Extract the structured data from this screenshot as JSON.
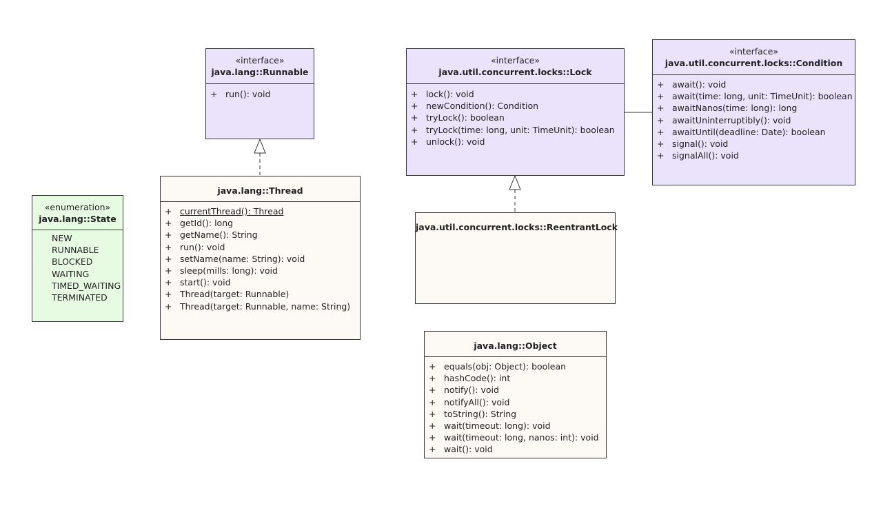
{
  "diagram": {
    "runnable": {
      "stereotype": "«interface»",
      "name": "java.lang::Runnable",
      "ops": [
        {
          "vis": "+",
          "sig": "run(): void"
        }
      ]
    },
    "lock": {
      "stereotype": "«interface»",
      "name": "java.util.concurrent.locks::Lock",
      "ops": [
        {
          "vis": "+",
          "sig": "lock(): void"
        },
        {
          "vis": "+",
          "sig": "newCondition(): Condition"
        },
        {
          "vis": "+",
          "sig": "tryLock(): boolean"
        },
        {
          "vis": "+",
          "sig": "tryLock(time: long, unit: TimeUnit): boolean"
        },
        {
          "vis": "+",
          "sig": "unlock(): void"
        }
      ]
    },
    "condition": {
      "stereotype": "«interface»",
      "name": "java.util.concurrent.locks::Condition",
      "ops": [
        {
          "vis": "+",
          "sig": "await(): void"
        },
        {
          "vis": "+",
          "sig": "await(time: long, unit: TimeUnit): boolean"
        },
        {
          "vis": "+",
          "sig": "awaitNanos(time: long): long"
        },
        {
          "vis": "+",
          "sig": "awaitUninterruptibly(): void"
        },
        {
          "vis": "+",
          "sig": "awaitUntil(deadline: Date): boolean"
        },
        {
          "vis": "+",
          "sig": "signal(): void"
        },
        {
          "vis": "+",
          "sig": "signalAll(): void"
        }
      ]
    },
    "state": {
      "stereotype": "«enumeration»",
      "name": "java.lang::State",
      "literals": [
        "NEW",
        "RUNNABLE",
        "BLOCKED",
        "WAITING",
        "TIMED_WAITING",
        "TERMINATED"
      ]
    },
    "thread": {
      "name": "java.lang::Thread",
      "ops": [
        {
          "vis": "+",
          "sig": "currentThread(): Thread",
          "static": true
        },
        {
          "vis": "+",
          "sig": "getId(): long"
        },
        {
          "vis": "+",
          "sig": "getName(): String"
        },
        {
          "vis": "+",
          "sig": "run(): void"
        },
        {
          "vis": "+",
          "sig": "setName(name: String): void"
        },
        {
          "vis": "+",
          "sig": "sleep(mills: long): void"
        },
        {
          "vis": "+",
          "sig": "start(): void"
        },
        {
          "vis": "+",
          "sig": "Thread(target: Runnable)"
        },
        {
          "vis": "+",
          "sig": "Thread(target: Runnable, name: String)"
        }
      ]
    },
    "reentrant": {
      "name": "java.util.concurrent.locks::ReentrantLock"
    },
    "object": {
      "name": "java.lang::Object",
      "ops": [
        {
          "vis": "+",
          "sig": "equals(obj: Object): boolean"
        },
        {
          "vis": "+",
          "sig": "hashCode(): int"
        },
        {
          "vis": "+",
          "sig": "notify(): void"
        },
        {
          "vis": "+",
          "sig": "notifyAll(): void"
        },
        {
          "vis": "+",
          "sig": "toString(): String"
        },
        {
          "vis": "+",
          "sig": "wait(timeout: long): void"
        },
        {
          "vis": "+",
          "sig": "wait(timeout: long, nanos: int): void"
        },
        {
          "vis": "+",
          "sig": "wait(): void"
        }
      ]
    },
    "colors": {
      "interface_fill": "#ebe2fb",
      "class_fill": "#fdf9f5",
      "enumeration_fill": "#e6fbe2",
      "border": "#333333"
    }
  }
}
